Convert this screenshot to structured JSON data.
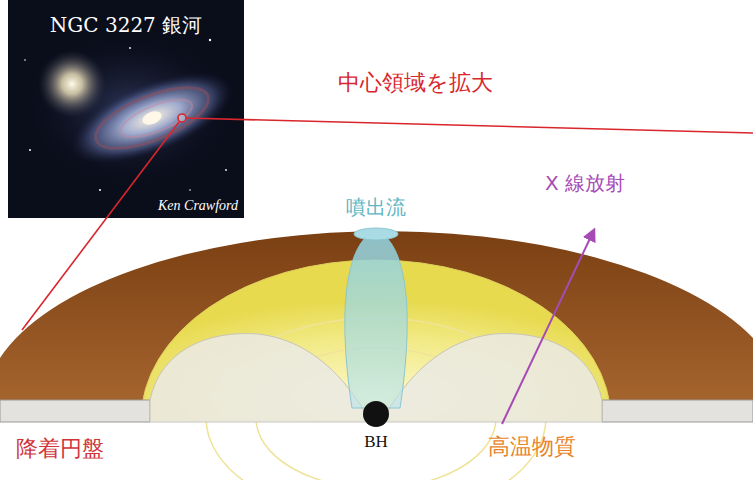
{
  "diagram": {
    "nodes": [
      {
        "text": [
          "NGC 3227 銀河",
          "Ken Crawford"
        ]
      }
    ],
    "labels": [
      "中心領域を拡大",
      "噴出流",
      "X 線放射",
      "降着円盤",
      "BH",
      "高温物質"
    ]
  }
}
